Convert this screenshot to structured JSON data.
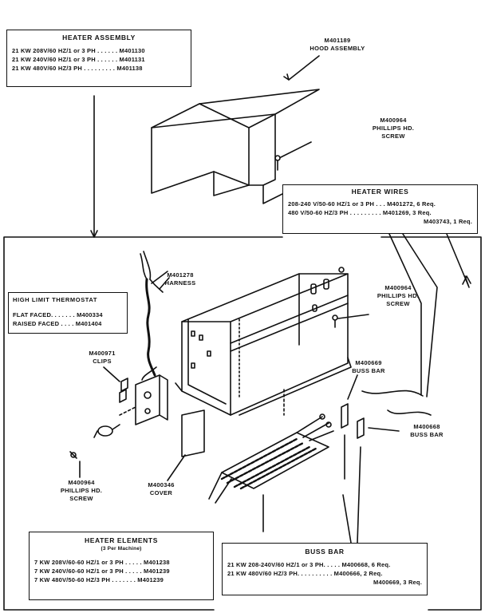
{
  "heater_assembly": {
    "title": "HEATER ASSEMBLY",
    "rows": [
      "21 KW 208V/60 HZ/1 or 3 PH . . . . . . M401130",
      "21 KW 240V/60 HZ/1 or 3 PH . . . . . . M401131",
      "21 KW 480V/60 HZ/3 PH . . . . . . . . . M401138"
    ]
  },
  "hood_assembly": {
    "part": "M401189",
    "name": "HOOD ASSEMBLY"
  },
  "phillips_screw_top": {
    "part": "M400964",
    "line1": "PHILLIPS HD.",
    "line2": "SCREW"
  },
  "heater_wires": {
    "title": "HEATER WIRES",
    "rows": [
      "208-240 V/50-60 HZ/1 or 3 PH . . . M401272, 6 Req.",
      "480 V/50-60 HZ/3 PH . . . . . . . . . M401269, 3 Req.",
      "M403743, 1 Req."
    ]
  },
  "harness": {
    "part": "M401278",
    "name": "HARNESS"
  },
  "high_limit_thermostat": {
    "title": "HIGH LIMIT THERMOSTAT",
    "rows": [
      "FLAT FACED. . . . . . . M400334",
      "RAISED FACED . . . . M401404"
    ]
  },
  "phillips_screw_mid": {
    "part": "M400964",
    "line1": "PHILLIPS HD.",
    "line2": "SCREW"
  },
  "clips": {
    "part": "M400971",
    "name": "CLIPS"
  },
  "buss_bar_a": {
    "part": "M400669",
    "name": "BUSS BAR"
  },
  "buss_bar_b": {
    "part": "M400668",
    "name": "BUSS BAR"
  },
  "phillips_screw_low": {
    "part": "M400964",
    "line1": "PHILLIPS HD.",
    "line2": "SCREW"
  },
  "cover": {
    "part": "M400346",
    "name": "COVER"
  },
  "heater_elements": {
    "title": "HEATER ELEMENTS",
    "subtitle": "(3 Per Machine)",
    "rows": [
      "7 KW 208V/60-60 HZ/1 or 3 PH . . . . . M401238",
      "7 KW 240V/60-60 HZ/1 or 3 PH . . . . . M401239",
      "7 KW 480V/50-60 HZ/3 PH . . . . . . . M401239"
    ]
  },
  "buss_bar_table": {
    "title": "BUSS BAR",
    "rows": [
      "21 KW 208-240V/60 HZ/1 or 3 PH. . . . . M400668, 6 Req.",
      "21 KW 480V/60 HZ/3 PH. . . . . . . . . . M400666, 2 Req.",
      "M400669, 3 Req."
    ]
  }
}
